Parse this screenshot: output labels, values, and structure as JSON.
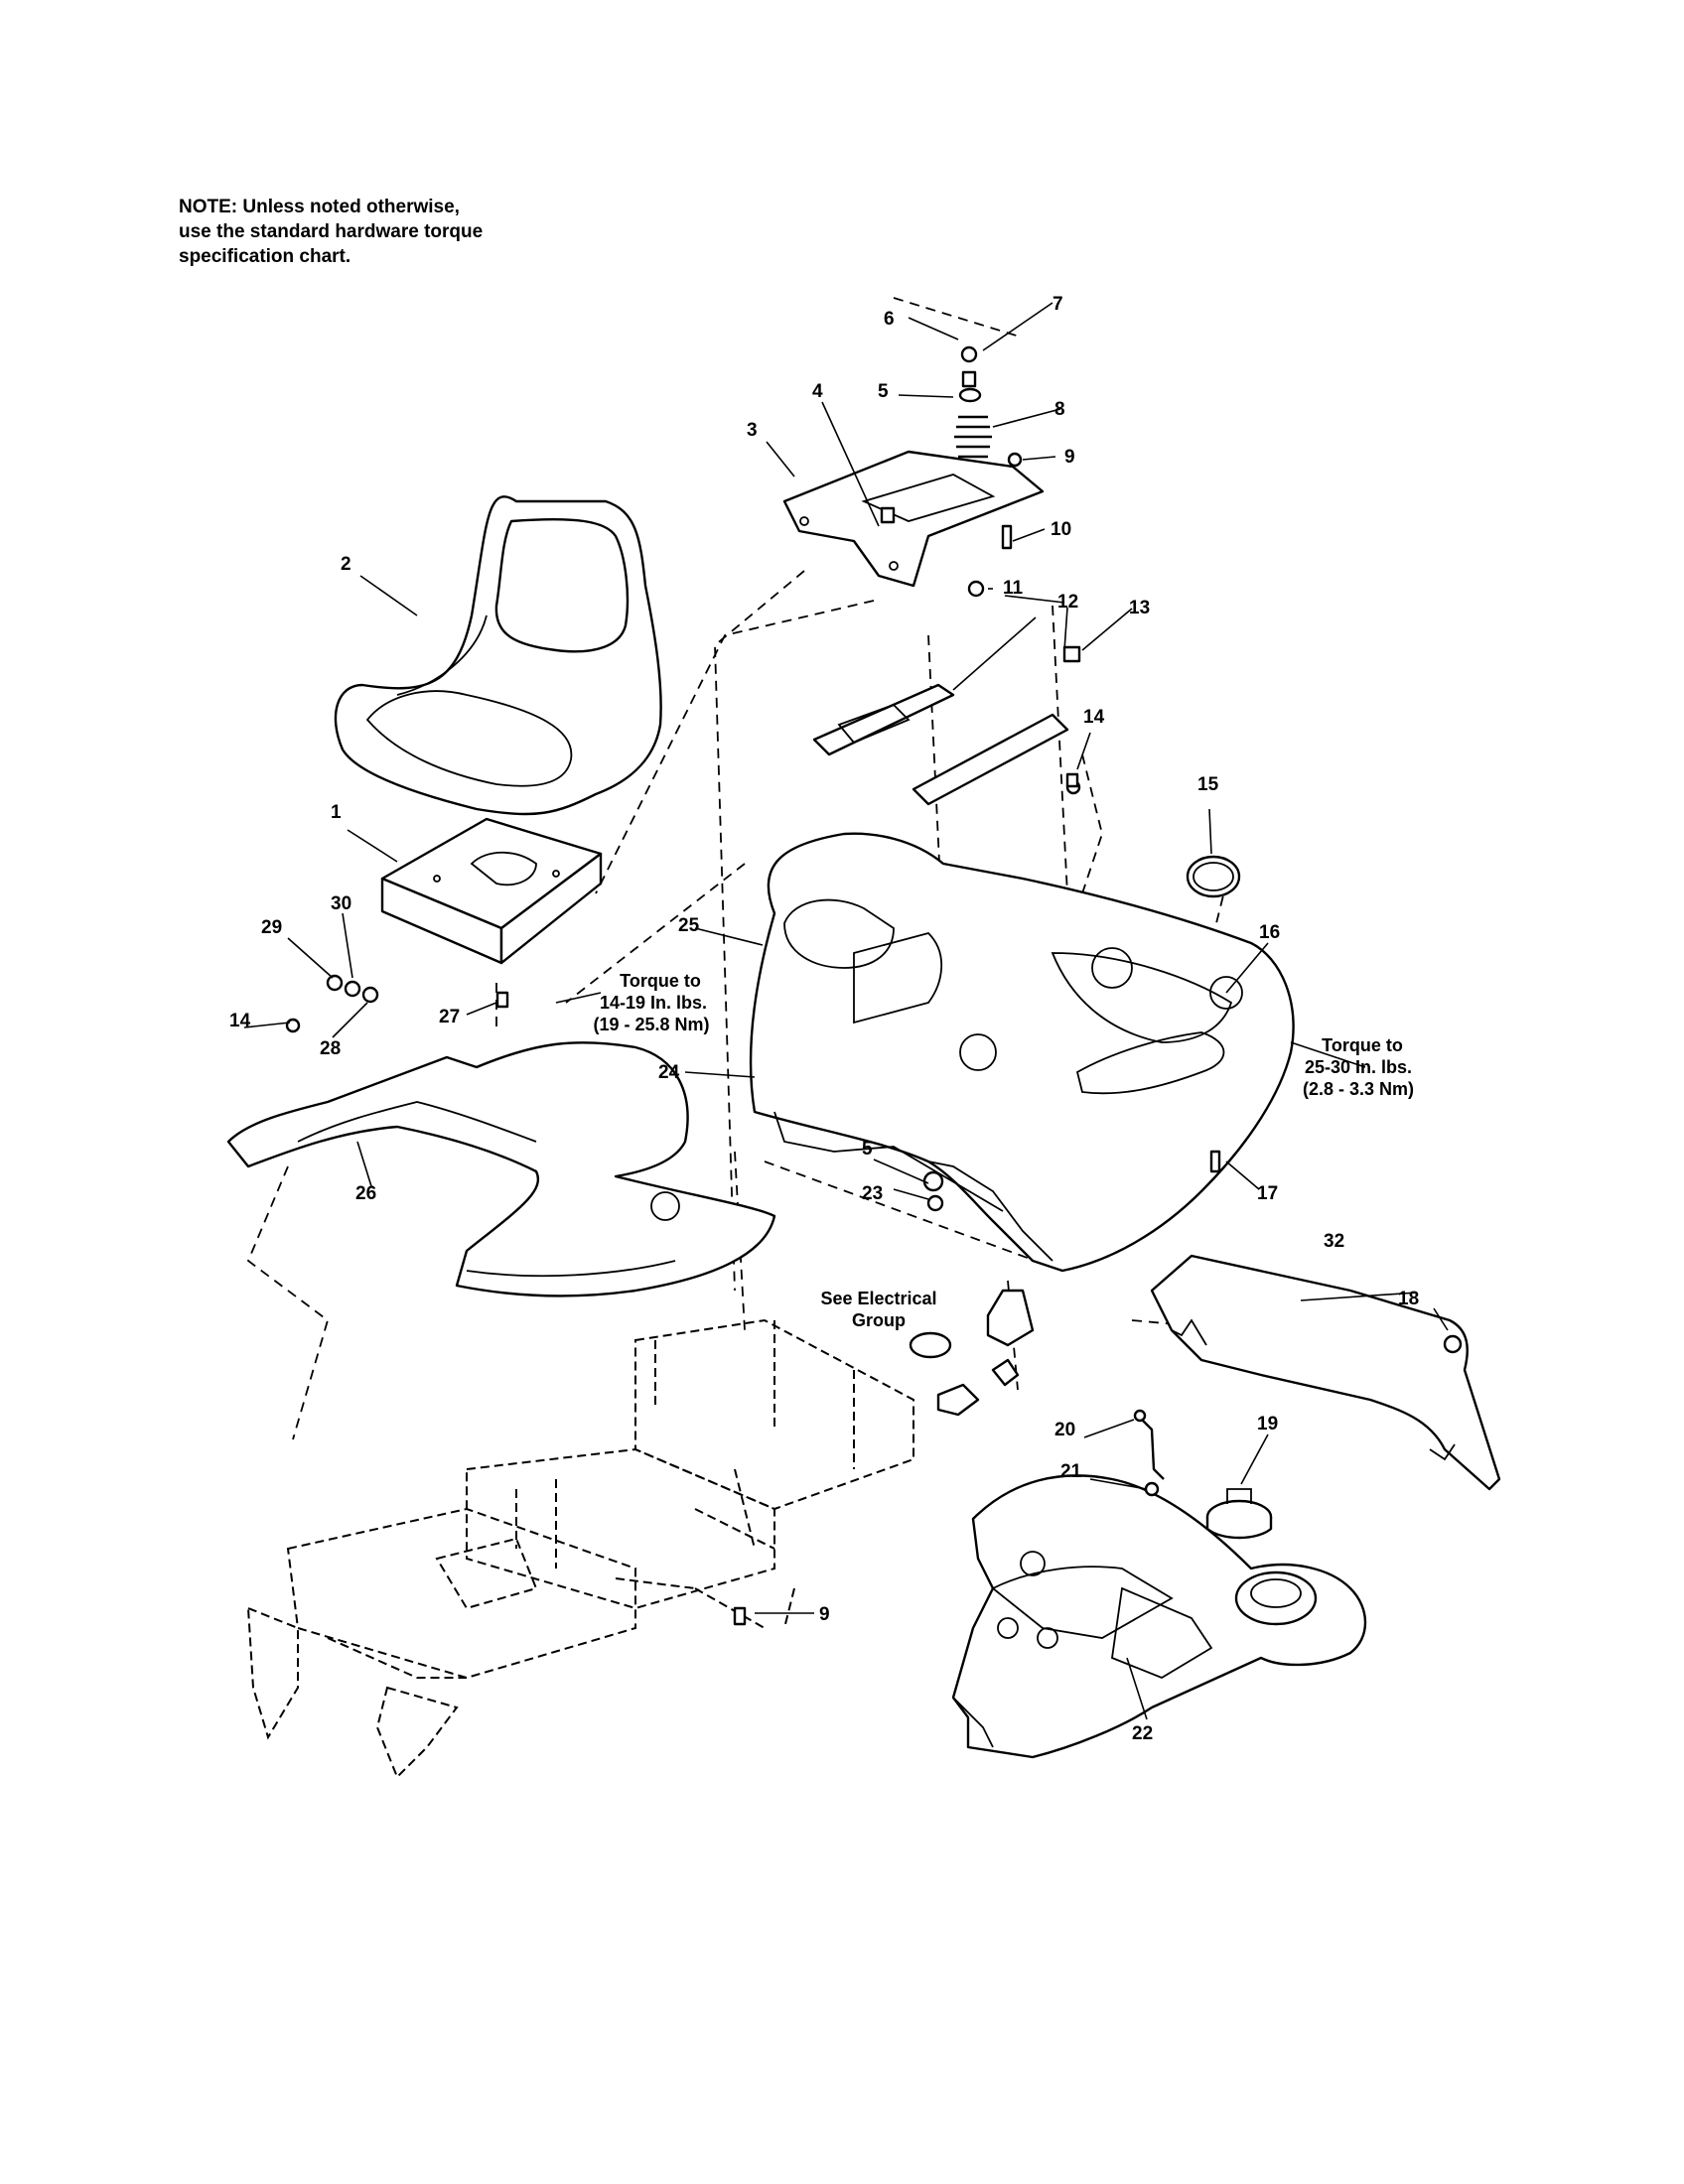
{
  "note": {
    "line1": "NOTE: Unless noted otherwise,",
    "line2": "use the standard hardware torque",
    "line3": "specification chart."
  },
  "callouts": {
    "c1": "1",
    "c2": "2",
    "c3": "3",
    "c4": "4",
    "c5a": "5",
    "c5b": "5",
    "c6": "6",
    "c7": "7",
    "c8": "8",
    "c9a": "9",
    "c9b": "9",
    "c10": "10",
    "c11": "11",
    "c12": "12",
    "c13": "13",
    "c14a": "14",
    "c14b": "14",
    "c15": "15",
    "c16": "16",
    "c17": "17",
    "c18": "18",
    "c19": "19",
    "c20": "20",
    "c21": "21",
    "c22": "22",
    "c23": "23",
    "c24": "24",
    "c25": "25",
    "c26": "26",
    "c27": "27",
    "c28": "28",
    "c29": "29",
    "c30": "30",
    "c32": "32"
  },
  "torque_left": {
    "line1": "Torque to",
    "line2": "14-19 In. lbs.",
    "line3": "(19 - 25.8 Nm)"
  },
  "torque_right": {
    "line1": "Torque to",
    "line2": "25-30 In. lbs.",
    "line3": "(2.8 - 3.3 Nm)"
  },
  "electrical_ref": {
    "line1": "See Electrical",
    "line2": "Group"
  }
}
